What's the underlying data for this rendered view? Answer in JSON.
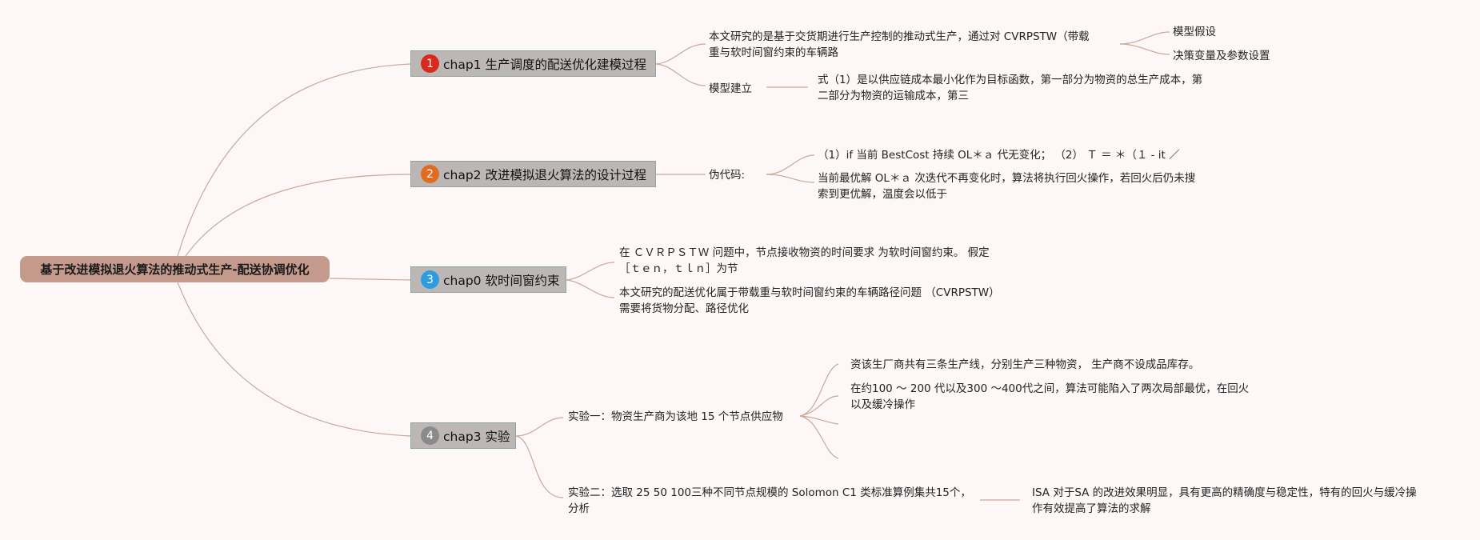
{
  "root": {
    "title": "基于改进模拟退火算法的推动式生产-配送协调优化"
  },
  "badge_colors": {
    "c1": "#d9291c",
    "c2": "#e06d1f",
    "c3": "#2d9be0",
    "c4": "#8a8a8a"
  },
  "chapters": [
    {
      "num": "1",
      "title": "chap1 生产调度的配送优化建模过程",
      "intro_lines": [
        "本文研究的是基于交货期进行生产控制的推动式生产，通过对 CVRPSTW（带载",
        "重与软时间窗约束的车辆路"
      ],
      "intro_children": [
        "模型假设",
        "决策变量及参数设置"
      ],
      "model_label": "模型建立",
      "model_lines": [
        "式（1）是以供应链成本最小化作为目标函数，第一部分为物资的总生产成本，第",
        "二部分为物资的运输成本，第三"
      ]
    },
    {
      "num": "2",
      "title": "chap2 改进模拟退火算法的设计过程",
      "label": "伪代码:",
      "line_a": "（1）if 当前 BestCost 持续 OL＊ａ 代无变化；  （2） Ｔ ＝ ＊（１ - it ／",
      "lines_b": [
        "当前最优解 OL＊ａ 次迭代不再变化时，算法将执行回火操作，若回火后仍未搜",
        "索到更优解，温度会以低于"
      ]
    },
    {
      "num": "3",
      "title": "chap0 软时间窗约束",
      "lines_a": [
        "在 ＣＶＲＰＳＴＷ 问题中，节点接收物资的时间要求 为软时间窗约束。 假定",
        "［ｔｅｎ，ｔｌｎ］为节"
      ],
      "lines_b": [
        "本文研究的配送优化属于带载重与软时间窗约束的车辆路径问题 （CVRPSTW）",
        "需要将货物分配、路径优化"
      ]
    },
    {
      "num": "4",
      "title": "chap3 实验",
      "exp1_label": "实验一：物资生产商为该地 15 个节点供应物",
      "exp1_children": [
        [
          "资该生厂商共有三条生产线，分别生产三种物资， 生产商不设成品库存。"
        ],
        [
          "在约100 ～ 200 代以及300 ～400代之间，算法可能陷入了两次局部最优，在回火",
          "以及缓冷操作"
        ]
      ],
      "exp2_lines": [
        "实验二：选取 25 50 100三种不同节点规模的 Solomon C1 类标准算例集共15个，",
        "分析"
      ],
      "exp2_result": [
        "ISA 对于SA 的改进效果明显，具有更高的精确度与稳定性，特有的回火与缓冷操",
        "作有效提高了算法的求解"
      ]
    }
  ]
}
